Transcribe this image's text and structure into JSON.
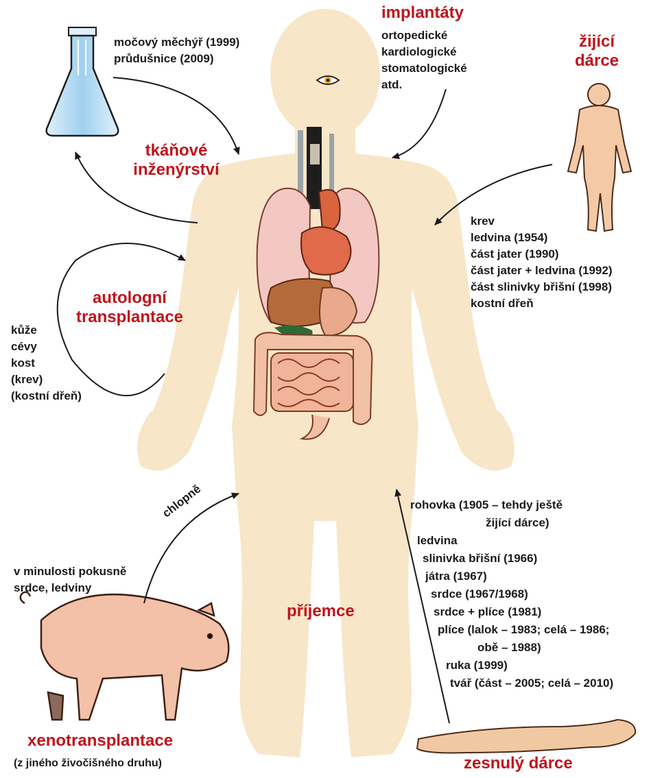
{
  "categories": {
    "tissue_engineering": {
      "title_lines": [
        "tkáňové",
        "inženýrství"
      ],
      "items": [
        "močový měchýř (1999)",
        "průdušnice (2009)"
      ]
    },
    "implants": {
      "title": "implantáty",
      "items": [
        "ortopedické",
        "kardiologické",
        "stomatologické",
        "atd."
      ]
    },
    "living_donor": {
      "title_lines": [
        "žijící",
        "dárce"
      ],
      "items": [
        "krev",
        "ledvina (1954)",
        "část jater (1990)",
        "část jater + ledvina (1992)",
        "část slinivky břišní (1998)",
        "kostní dřeň"
      ]
    },
    "autologous": {
      "title_lines": [
        "autologní",
        "transplantace"
      ],
      "items": [
        "kůže",
        "cévy",
        "kost",
        "(krev)",
        "(kostní dřeň)"
      ]
    },
    "xeno": {
      "title": "xenotransplantace",
      "subtitle": "(z jiného živočišného druhu)",
      "items": [
        "v minulosti pokusně",
        "srdce, ledviny"
      ],
      "arrow_label": "chlopně"
    },
    "recipient": {
      "title": "příjemce"
    },
    "deceased_donor": {
      "title": "zesnulý dárce",
      "items": [
        "rohovka (1905 – tehdy ještě",
        "žijící dárce)",
        "ledvina",
        "slinivka břišní (1966)",
        "játra (1967)",
        "srdce (1967/1968)",
        "srdce + plíce (1981)",
        "plíce (lalok – 1983; celá – 1986;",
        "obě – 1988)",
        "ruka (1999)",
        "tvář (část – 2005; celá – 2010)"
      ]
    }
  },
  "colors": {
    "title_red": "#c0141c",
    "body_skin": "#f7e6c8",
    "arrow": "#1a1a1a"
  }
}
